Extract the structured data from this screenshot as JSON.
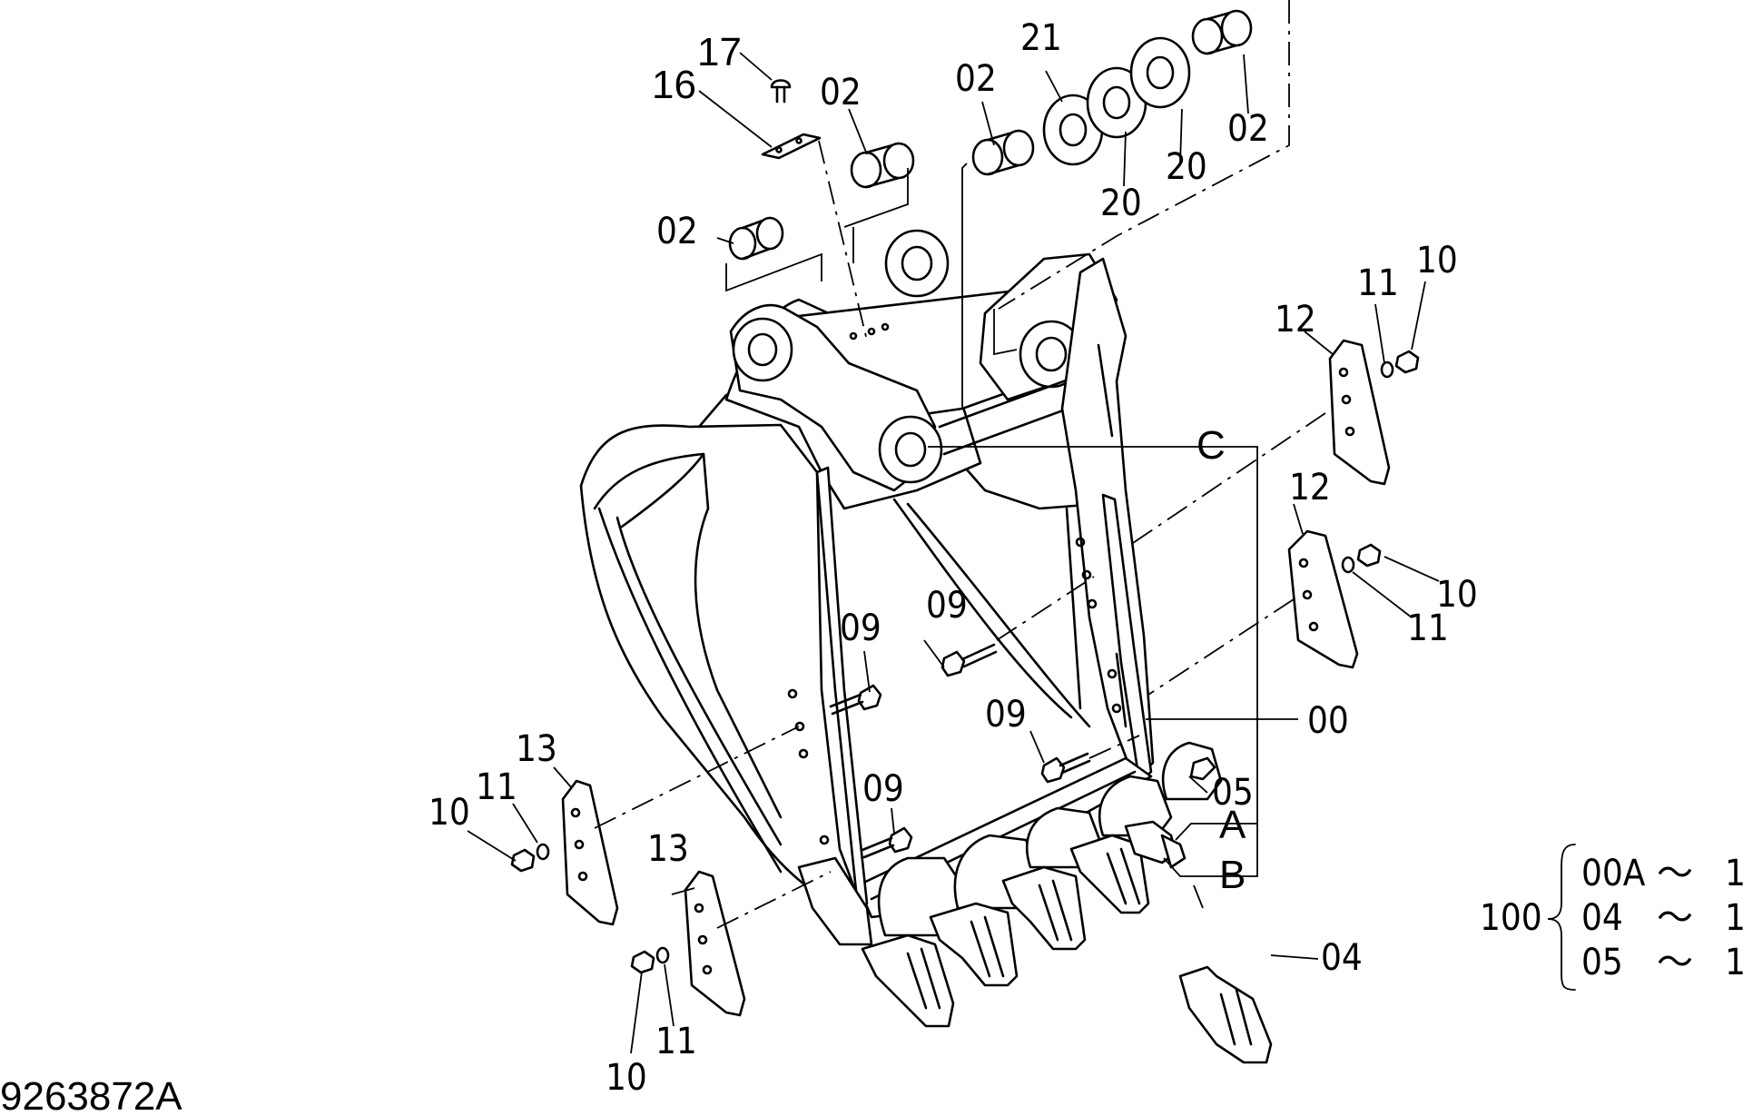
{
  "drawing_number": "9263872A",
  "callouts": {
    "c17": "17",
    "c16": "16",
    "c02_a": "02",
    "c02_b": "02",
    "c02_c": "02",
    "c02_d": "02",
    "c21": "21",
    "c20_a": "20",
    "c20_b": "20",
    "c12_a": "12",
    "c11_a": "11",
    "c10_a": "10",
    "c12_b": "12",
    "c10_b": "10",
    "c11_b": "11",
    "cC": "C",
    "c09_a": "09",
    "c09_b": "09",
    "c09_c": "09",
    "c09_d": "09",
    "c00": "00",
    "c05": "05",
    "cA": "A",
    "cB": "B",
    "c04": "04",
    "c13_a": "13",
    "c11_c": "11",
    "c10_c": "10",
    "c13_b": "13",
    "c10_d": "10",
    "c11_d": "11"
  },
  "assembly": {
    "number": "100",
    "rows": [
      {
        "part": "00A",
        "sym": "〜",
        "qty": "1"
      },
      {
        "part": "04",
        "sym": "〜",
        "qty": "1"
      },
      {
        "part": "05",
        "sym": "〜",
        "qty": "1"
      }
    ]
  }
}
